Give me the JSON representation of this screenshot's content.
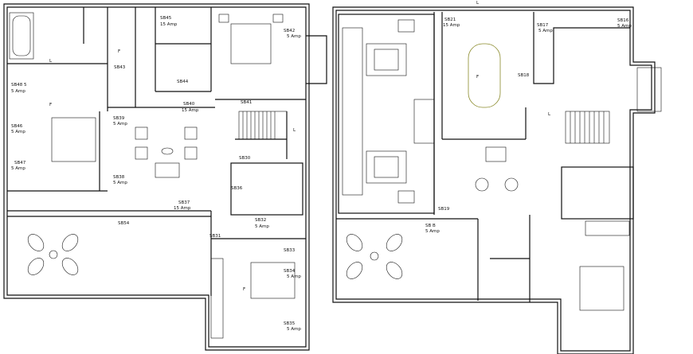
{
  "left_plan": {
    "labels": [
      {
        "id": "sb45",
        "text": "SB45"
      },
      {
        "id": "amp45",
        "text": "15 Amp"
      },
      {
        "id": "sb42",
        "text": "SB42"
      },
      {
        "id": "amp42",
        "text": "5 Amp"
      },
      {
        "id": "sb43",
        "text": "SB43"
      },
      {
        "id": "sb44",
        "text": "SB44"
      },
      {
        "id": "sb48",
        "text": "SB48 5"
      },
      {
        "id": "amp48",
        "text": "5 Amp"
      },
      {
        "id": "sb40",
        "text": "SB40"
      },
      {
        "id": "amp40",
        "text": "15 Amp"
      },
      {
        "id": "sb41",
        "text": "SB41"
      },
      {
        "id": "sb39",
        "text": "SB39"
      },
      {
        "id": "amp39",
        "text": "5 Amp"
      },
      {
        "id": "sb46",
        "text": "SB46"
      },
      {
        "id": "amp46",
        "text": "5 Amp"
      },
      {
        "id": "sb47",
        "text": "SB47"
      },
      {
        "id": "amp47",
        "text": "5 Amp"
      },
      {
        "id": "sb38",
        "text": "SB38"
      },
      {
        "id": "amp38",
        "text": "5 Amp"
      },
      {
        "id": "sb30",
        "text": "SB30"
      },
      {
        "id": "sb36",
        "text": "SB36"
      },
      {
        "id": "sb37",
        "text": "SB37"
      },
      {
        "id": "amp37",
        "text": "15 Amp"
      },
      {
        "id": "sb54",
        "text": "SB54"
      },
      {
        "id": "sb32",
        "text": "SB32"
      },
      {
        "id": "amp32",
        "text": "5 Amp"
      },
      {
        "id": "sb31",
        "text": "SB31"
      },
      {
        "id": "sb33",
        "text": "SB33"
      },
      {
        "id": "sb34",
        "text": "SB34"
      },
      {
        "id": "amp34",
        "text": "5 Amp"
      },
      {
        "id": "sb35",
        "text": "SB35"
      },
      {
        "id": "amp35",
        "text": "5 Amp"
      }
    ]
  },
  "right_plan": {
    "labels": [
      {
        "id": "sb21",
        "text": "SB21"
      },
      {
        "id": "amp21",
        "text": "15 Amp"
      },
      {
        "id": "sb17",
        "text": "SB17"
      },
      {
        "id": "amp17",
        "text": "5 Amp"
      },
      {
        "id": "sb16",
        "text": "SB16"
      },
      {
        "id": "amp16",
        "text": "5 Amp"
      },
      {
        "id": "sb18",
        "text": "SB18"
      },
      {
        "id": "sb19",
        "text": "SB19"
      },
      {
        "id": "sbb",
        "text": "SB B"
      },
      {
        "id": "ampb",
        "text": "5 Amp"
      }
    ]
  },
  "symbols": {
    "light": "L",
    "fan": "F"
  }
}
